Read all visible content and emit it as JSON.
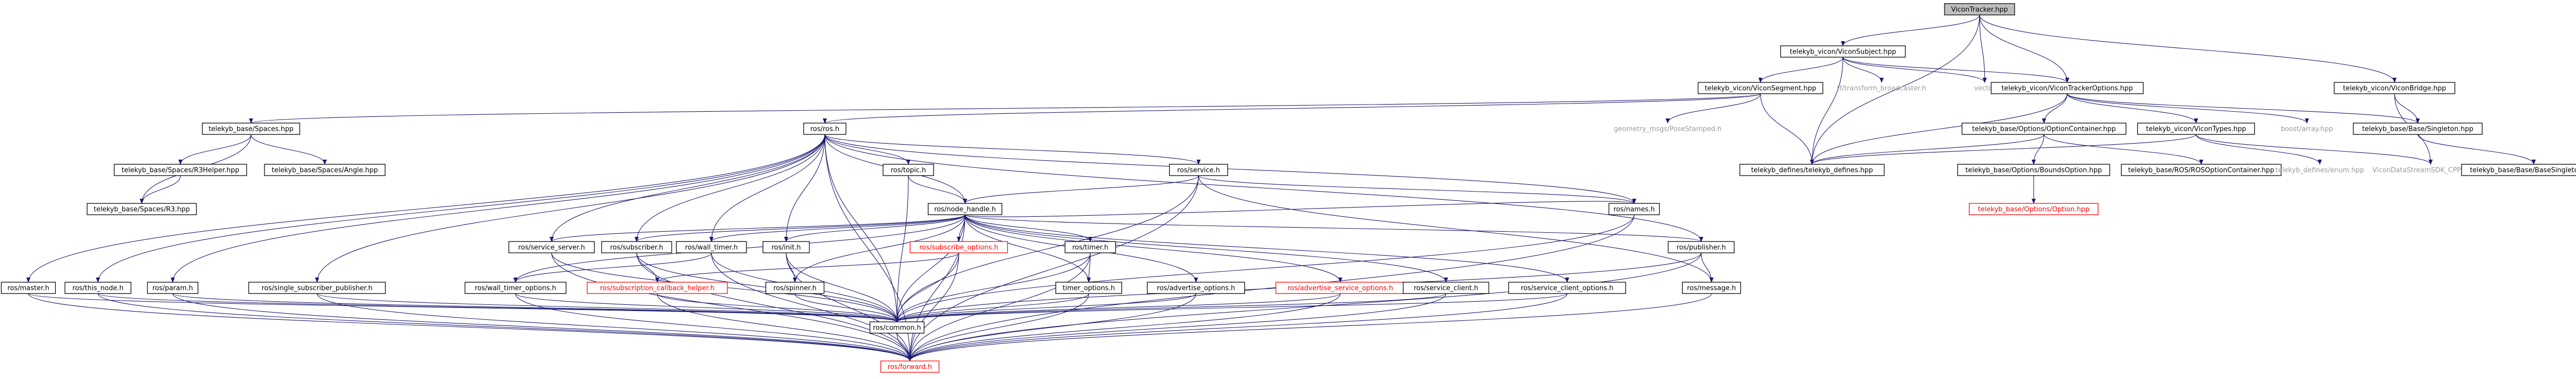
{
  "colors": {
    "edge": "#191970",
    "root_fill": "#bfbfbf",
    "missing_stroke": "#ff0000",
    "text_missing": "#ff0000",
    "text_plain": "#9a9a9a"
  },
  "nodes": [
    {
      "id": "root",
      "label": "ViconTracker.hpp",
      "style": "root"
    },
    {
      "id": "vsubj",
      "label": "telekyb_vicon/ViconSubject.hpp",
      "style": "box"
    },
    {
      "id": "vseg",
      "label": "telekyb_vicon/ViconSegment.hpp",
      "style": "box"
    },
    {
      "id": "tfb",
      "label": "tf/transform_broadcaster.h",
      "style": "plain"
    },
    {
      "id": "vector",
      "label": "vector",
      "style": "plain"
    },
    {
      "id": "vto",
      "label": "telekyb_vicon/ViconTrackerOptions.hpp",
      "style": "box"
    },
    {
      "id": "vbridge",
      "label": "telekyb_vicon/ViconBridge.hpp",
      "style": "box"
    },
    {
      "id": "spaces",
      "label": "telekyb_base/Spaces.hpp",
      "style": "box"
    },
    {
      "id": "ros",
      "label": "ros/ros.h",
      "style": "box"
    },
    {
      "id": "pose",
      "label": "geometry_msgs/PoseStamped.h",
      "style": "plain"
    },
    {
      "id": "optcont",
      "label": "telekyb_base/Options/OptionContainer.hpp",
      "style": "box"
    },
    {
      "id": "vtypes",
      "label": "telekyb_vicon/ViconTypes.hpp",
      "style": "box"
    },
    {
      "id": "boostarr",
      "label": "boost/array.hpp",
      "style": "plain"
    },
    {
      "id": "singleton",
      "label": "telekyb_base/Base/Singleton.hpp",
      "style": "box"
    },
    {
      "id": "r3helper",
      "label": "telekyb_base/Spaces/R3Helper.hpp",
      "style": "box"
    },
    {
      "id": "angle",
      "label": "telekyb_base/Spaces/Angle.hpp",
      "style": "box"
    },
    {
      "id": "rostopic",
      "label": "ros/topic.h",
      "style": "box"
    },
    {
      "id": "rosservice",
      "label": "ros/service.h",
      "style": "box"
    },
    {
      "id": "defines",
      "label": "telekyb_defines/telekyb_defines.hpp",
      "style": "box"
    },
    {
      "id": "boundsopt",
      "label": "telekyb_base/Options/BoundsOption.hpp",
      "style": "box"
    },
    {
      "id": "rosopt",
      "label": "telekyb_base/ROS/ROSOptionContainer.hpp",
      "style": "box"
    },
    {
      "id": "enumhpp",
      "label": "telekyb_defines/enum.hpp",
      "style": "plain"
    },
    {
      "id": "client",
      "label": "ViconDataStreamSDK_CPP/Client.h",
      "style": "plain"
    },
    {
      "id": "basesingle",
      "label": "telekyb_base/Base/BaseSingleton.hpp",
      "style": "box"
    },
    {
      "id": "r3",
      "label": "telekyb_base/Spaces/R3.hpp",
      "style": "box"
    },
    {
      "id": "nodehandle",
      "label": "ros/node_handle.h",
      "style": "box"
    },
    {
      "id": "rosnames",
      "label": "ros/names.h",
      "style": "box"
    },
    {
      "id": "option",
      "label": "telekyb_base/Options/Option.hpp",
      "style": "red"
    },
    {
      "id": "servserver",
      "label": "ros/service_server.h",
      "style": "box"
    },
    {
      "id": "subscriber",
      "label": "ros/subscriber.h",
      "style": "box"
    },
    {
      "id": "walltimer",
      "label": "ros/wall_timer.h",
      "style": "box"
    },
    {
      "id": "rosinit",
      "label": "ros/init.h",
      "style": "box"
    },
    {
      "id": "subopts",
      "label": "ros/subscribe_options.h",
      "style": "red"
    },
    {
      "id": "rostimer",
      "label": "ros/timer.h",
      "style": "box"
    },
    {
      "id": "publisher",
      "label": "ros/publisher.h",
      "style": "box"
    },
    {
      "id": "rosmaster",
      "label": "ros/master.h",
      "style": "box"
    },
    {
      "id": "thisnode",
      "label": "ros/this_node.h",
      "style": "box"
    },
    {
      "id": "param",
      "label": "ros/param.h",
      "style": "box"
    },
    {
      "id": "singlesub",
      "label": "ros/single_subscriber_publisher.h",
      "style": "box"
    },
    {
      "id": "walltimeropts",
      "label": "ros/wall_timer_options.h",
      "style": "box"
    },
    {
      "id": "subcb",
      "label": "ros/subscription_callback_helper.h",
      "style": "red"
    },
    {
      "id": "spinner",
      "label": "ros/spinner.h",
      "style": "box"
    },
    {
      "id": "timeropts",
      "label": "timer_options.h",
      "style": "box"
    },
    {
      "id": "advopts",
      "label": "ros/advertise_options.h",
      "style": "box"
    },
    {
      "id": "advservopts",
      "label": "ros/advertise_service_options.h",
      "style": "red"
    },
    {
      "id": "servclient",
      "label": "ros/service_client.h",
      "style": "box"
    },
    {
      "id": "servclientopts",
      "label": "ros/service_client_options.h",
      "style": "box"
    },
    {
      "id": "message",
      "label": "ros/message.h",
      "style": "box"
    },
    {
      "id": "common",
      "label": "ros/common.h",
      "style": "box"
    },
    {
      "id": "forward",
      "label": "ros/forward.h",
      "style": "red"
    }
  ],
  "edges": [
    [
      "root",
      "vsubj"
    ],
    [
      "root",
      "vto"
    ],
    [
      "root",
      "vbridge"
    ],
    [
      "root",
      "vector"
    ],
    [
      "root",
      "defines"
    ],
    [
      "vsubj",
      "vseg"
    ],
    [
      "vsubj",
      "tfb"
    ],
    [
      "vsubj",
      "vector"
    ],
    [
      "vsubj",
      "vto"
    ],
    [
      "vsubj",
      "defines"
    ],
    [
      "vseg",
      "spaces"
    ],
    [
      "vseg",
      "ros"
    ],
    [
      "vseg",
      "pose"
    ],
    [
      "vseg",
      "defines"
    ],
    [
      "vto",
      "optcont"
    ],
    [
      "vto",
      "vtypes"
    ],
    [
      "vto",
      "boostarr"
    ],
    [
      "vto",
      "singleton"
    ],
    [
      "vto",
      "defines"
    ],
    [
      "vbridge",
      "singleton"
    ],
    [
      "vbridge",
      "client"
    ],
    [
      "spaces",
      "r3helper"
    ],
    [
      "spaces",
      "angle"
    ],
    [
      "spaces",
      "r3"
    ],
    [
      "r3helper",
      "r3"
    ],
    [
      "optcont",
      "boundsopt"
    ],
    [
      "optcont",
      "rosopt"
    ],
    [
      "optcont",
      "defines"
    ],
    [
      "boundsopt",
      "option"
    ],
    [
      "vtypes",
      "defines"
    ],
    [
      "vtypes",
      "enumhpp"
    ],
    [
      "vtypes",
      "client"
    ],
    [
      "singleton",
      "basesingle"
    ],
    [
      "ros",
      "rostopic"
    ],
    [
      "ros",
      "rosservice"
    ],
    [
      "ros",
      "nodehandle"
    ],
    [
      "ros",
      "rosnames"
    ],
    [
      "ros",
      "rosinit"
    ],
    [
      "ros",
      "rosmaster"
    ],
    [
      "ros",
      "thisnode"
    ],
    [
      "ros",
      "param"
    ],
    [
      "ros",
      "servserver"
    ],
    [
      "ros",
      "subscriber"
    ],
    [
      "ros",
      "walltimer"
    ],
    [
      "ros",
      "publisher"
    ],
    [
      "ros",
      "singlesub"
    ],
    [
      "ros",
      "common"
    ],
    [
      "ros",
      "forward"
    ],
    [
      "rostopic",
      "nodehandle"
    ],
    [
      "rostopic",
      "common"
    ],
    [
      "rosservice",
      "nodehandle"
    ],
    [
      "rosservice",
      "rosnames"
    ],
    [
      "rosservice",
      "message"
    ],
    [
      "rosservice",
      "common"
    ],
    [
      "rosservice",
      "forward"
    ],
    [
      "nodehandle",
      "servserver"
    ],
    [
      "nodehandle",
      "subscriber"
    ],
    [
      "nodehandle",
      "walltimer"
    ],
    [
      "nodehandle",
      "rosinit"
    ],
    [
      "nodehandle",
      "subopts"
    ],
    [
      "nodehandle",
      "rostimer"
    ],
    [
      "nodehandle",
      "publisher"
    ],
    [
      "nodehandle",
      "advopts"
    ],
    [
      "nodehandle",
      "advservopts"
    ],
    [
      "nodehandle",
      "servclient"
    ],
    [
      "nodehandle",
      "servclientopts"
    ],
    [
      "nodehandle",
      "walltimeropts"
    ],
    [
      "nodehandle",
      "spinner"
    ],
    [
      "nodehandle",
      "timeropts"
    ],
    [
      "nodehandle",
      "rosnames"
    ],
    [
      "nodehandle",
      "common"
    ],
    [
      "nodehandle",
      "forward"
    ],
    [
      "rosnames",
      "common"
    ],
    [
      "rosnames",
      "forward"
    ],
    [
      "servserver",
      "common"
    ],
    [
      "servserver",
      "forward"
    ],
    [
      "subscriber",
      "subcb"
    ],
    [
      "subscriber",
      "common"
    ],
    [
      "subscriber",
      "forward"
    ],
    [
      "walltimer",
      "walltimeropts"
    ],
    [
      "walltimer",
      "common"
    ],
    [
      "walltimer",
      "forward"
    ],
    [
      "rosinit",
      "spinner"
    ],
    [
      "rosinit",
      "common"
    ],
    [
      "rosinit",
      "forward"
    ],
    [
      "subopts",
      "subcb"
    ],
    [
      "subopts",
      "common"
    ],
    [
      "subopts",
      "forward"
    ],
    [
      "rostimer",
      "timeropts"
    ],
    [
      "rostimer",
      "common"
    ],
    [
      "rostimer",
      "forward"
    ],
    [
      "publisher",
      "message"
    ],
    [
      "publisher",
      "common"
    ],
    [
      "publisher",
      "forward"
    ],
    [
      "rosmaster",
      "common"
    ],
    [
      "rosmaster",
      "forward"
    ],
    [
      "thisnode",
      "common"
    ],
    [
      "thisnode",
      "forward"
    ],
    [
      "param",
      "common"
    ],
    [
      "param",
      "forward"
    ],
    [
      "singlesub",
      "common"
    ],
    [
      "singlesub",
      "forward"
    ],
    [
      "walltimeropts",
      "common"
    ],
    [
      "walltimeropts",
      "forward"
    ],
    [
      "subcb",
      "common"
    ],
    [
      "subcb",
      "forward"
    ],
    [
      "spinner",
      "common"
    ],
    [
      "timeropts",
      "common"
    ],
    [
      "timeropts",
      "forward"
    ],
    [
      "advopts",
      "common"
    ],
    [
      "advopts",
      "forward"
    ],
    [
      "advservopts",
      "common"
    ],
    [
      "advservopts",
      "forward"
    ],
    [
      "servclient",
      "common"
    ],
    [
      "servclient",
      "forward"
    ],
    [
      "servclientopts",
      "common"
    ],
    [
      "servclientopts",
      "forward"
    ],
    [
      "message",
      "forward"
    ],
    [
      "common",
      "forward"
    ]
  ]
}
